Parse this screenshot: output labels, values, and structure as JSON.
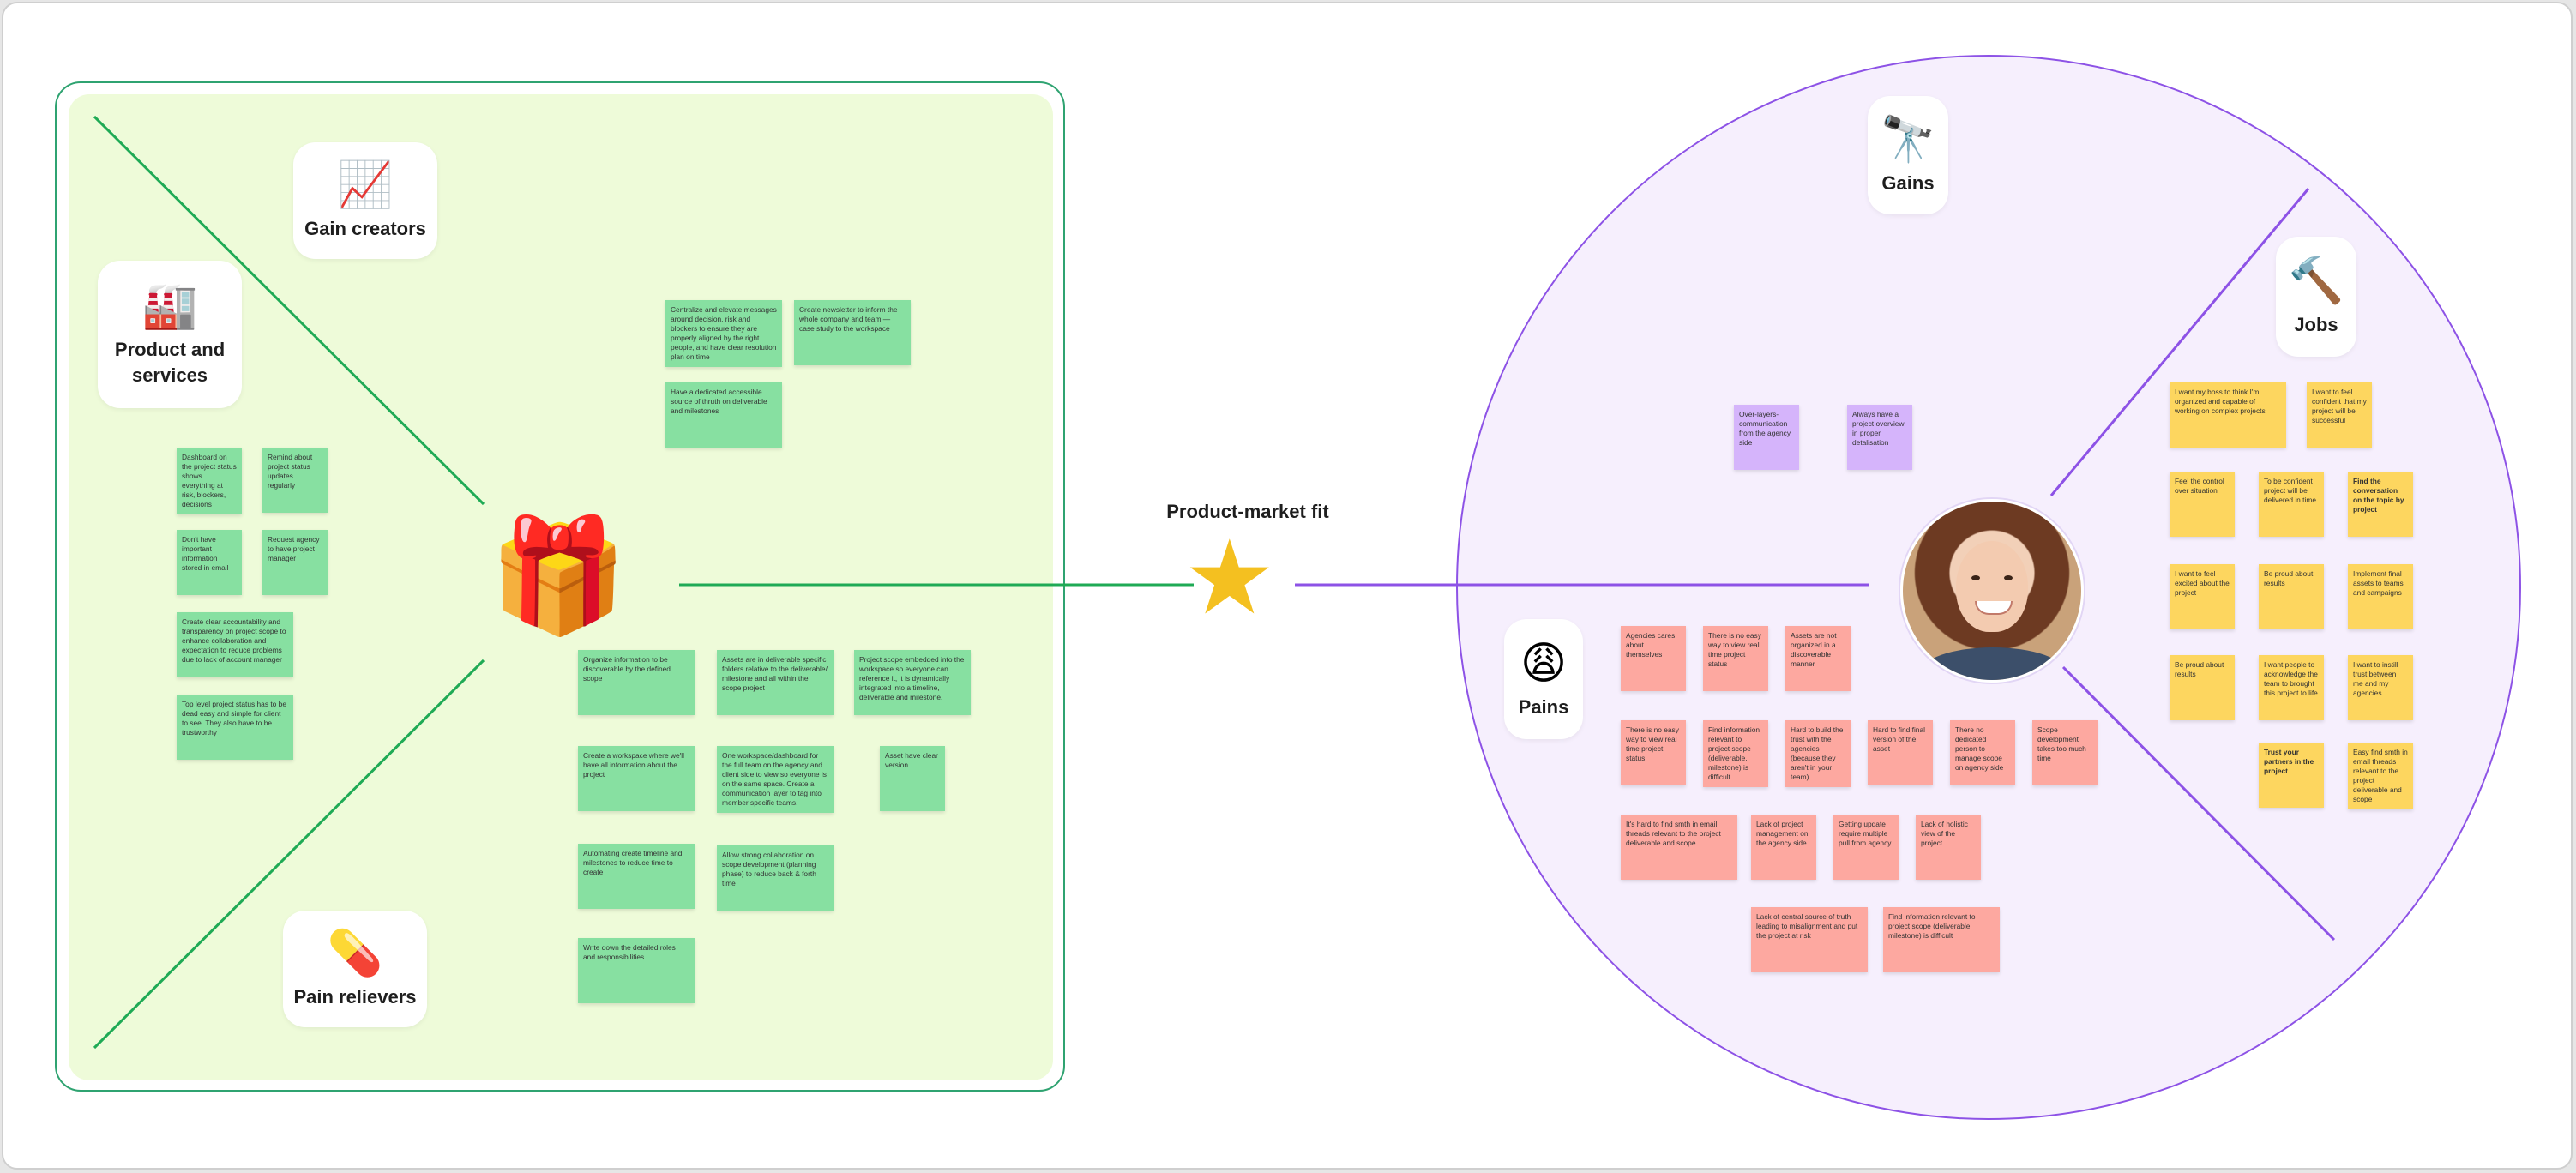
{
  "labels": {
    "gain_creators": "Gain creators",
    "products_services": "Product and services",
    "pain_relievers": "Pain relievers",
    "product_market_fit": "Product-market fit",
    "gains": "Gains",
    "jobs": "Jobs",
    "pains": "Pains"
  },
  "icons": {
    "gain_creators": "chart-increasing-icon",
    "products_services": "factory-icon",
    "pain_relievers": "pill-icon",
    "gift": "gift-icon",
    "star": "star-icon",
    "gains": "telescope-icon",
    "jobs": "hammer-icon",
    "pains": "weary-face-icon",
    "customer": "customer-photo"
  },
  "colors": {
    "value_map_border": "#2fa371",
    "value_map_fill": "#eefbd9",
    "profile_border": "#8d52e6",
    "profile_fill": "#f6effd",
    "green_note": "#87e0a1",
    "pink_note": "#fda8a0",
    "yellow_note": "#fdd65f",
    "purple_note": "#d5b4fb"
  },
  "notes": {
    "gain_creators": [
      "Centralize and elevate messages around decision, risk and blockers to ensure they are properly aligned by the right people, and have clear resolution plan on time",
      "Create newsletter to inform the whole company and team — case study  to the workspace",
      "Have a dedicated accessible source of thruth on deliverable and milestones"
    ],
    "products_services": [
      "Dashboard on the project status shows everything at risk, blockers, decisions",
      "Remind about project status updates regularly",
      "Don't have important information stored in email",
      "Request agency to have project manager",
      "Create clear accountability and transparency on project scope to enhance collaboration and expectation to reduce problems due to lack of account manager",
      "Top level project status has to be dead easy and simple for client to see. They also have to be trustworthy"
    ],
    "pain_relievers": [
      "Organize information to be discoverable by the defined scope",
      "Assets are in deliverable specific folders relative to the deliverable/ milestone and all within the scope project",
      "Project scope embedded into the workspace so everyone can reference it, it is dynamically integrated into a timeline, deliverable and milestone.",
      "Create a workspace where we'll have all information about the project",
      "One workspace/dashboard for the full team on the agency and client side to view so everyone is on the same space. Create a communication layer to tag into member specific teams.",
      "Asset have clear version",
      "Automating create timeline and milestones to reduce time to create",
      "Allow strong collaboration on scope development (planning phase) to reduce back & forth time",
      "Write down the detailed roles and responsibilities"
    ],
    "gains": [
      "Over-layers- communication from the agency side",
      "Always have a project overview in proper detalisation"
    ],
    "jobs": [
      "I want my boss to think I'm organized and capable of working on complex projects",
      "I want to feel confident that my project will be successful",
      "Feel the control over situation",
      "To be confident project will be delivered in time",
      "Find the conversation on the topic by project",
      "I want to feel excited about the project",
      "Be proud about results",
      "Implement final assets to teams and campaigns",
      "Be proud about results",
      "I want people to acknowledge the team to brought this project to life",
      "I want to instill trust between me and my agencies",
      "Trust your partners in the project",
      "Easy find smth in email threads relevant to the project deliverable and scope"
    ],
    "pains": [
      "Agencies cares about themselves",
      "There is no easy way to view real time project status",
      "Assets are not organized in a discoverable manner",
      "There is no easy way to view real time project status",
      "Find information relevant to project scope (deliverable, milestone) is difficult",
      "Hard to build the trust with the agencies (because they aren't in your team)",
      "Hard to find final version of the asset",
      "There no dedicated person to manage scope on agency side",
      "Scope development takes too much time",
      "It's hard to find smth in email threads relevant to the project deliverable and scope",
      "Lack of project management on the agency side",
      "Getting update require multiple pull from agency",
      "Lack of holistic view of the project",
      "Lack of central source of truth leading to misalignment and put the project at risk",
      "Find information relevant to project scope (deliverable, milestone) is difficult"
    ]
  }
}
